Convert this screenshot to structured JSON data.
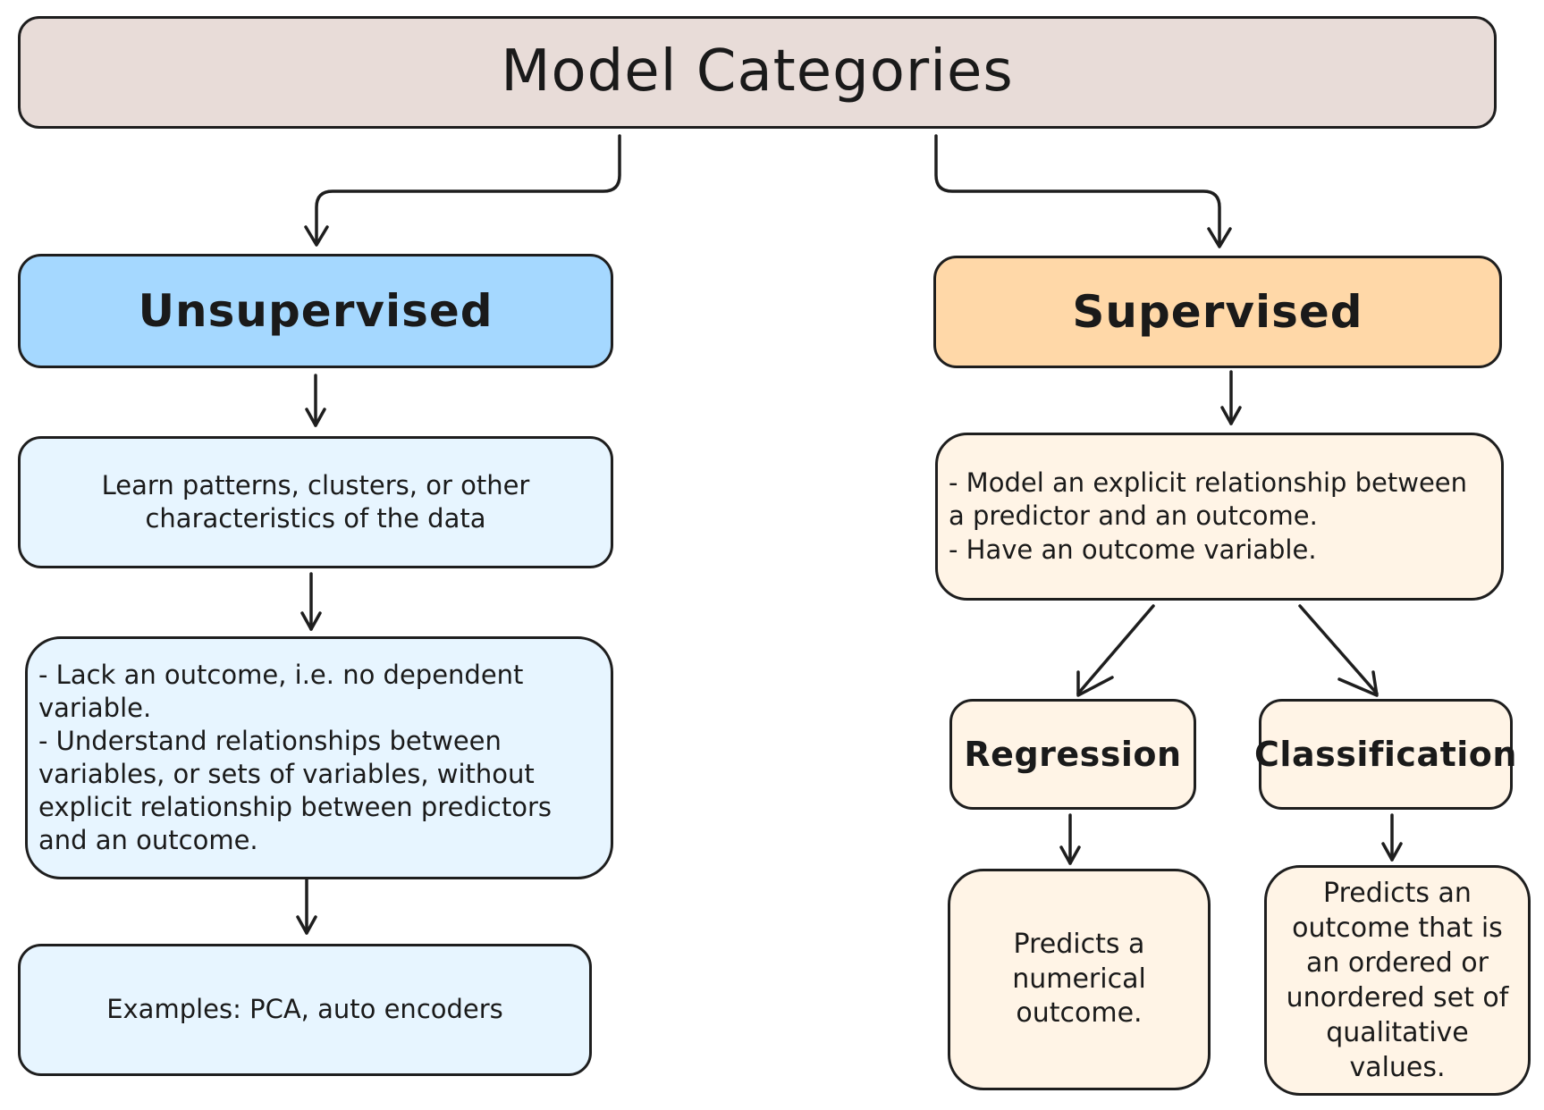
{
  "diagram": {
    "title": "Model Categories",
    "colors": {
      "stroke": "#1e1e1e",
      "root_fill": "#e8dcd8",
      "unsupervised_fill": "#a5d8ff",
      "unsupervised_light_fill": "#e7f5ff",
      "supervised_fill": "#ffd8a8",
      "supervised_light_fill": "#fff4e6"
    },
    "unsupervised": {
      "label": "Unsupervised",
      "description": "Learn patterns, clusters, or other\ncharacteristics of the data",
      "details": "- Lack an outcome, i.e. no dependent\nvariable.\n- Understand relationships between\nvariables, or sets of variables, without\nexplicit relationship between predictors\nand an outcome.",
      "examples": "Examples: PCA, auto encoders"
    },
    "supervised": {
      "label": "Supervised",
      "description": "- Model an explicit relationship between\na predictor and an outcome.\n- Have an outcome variable.",
      "regression": {
        "label": "Regression",
        "description": "Predicts a\nnumerical\noutcome."
      },
      "classification": {
        "label": "Classification",
        "description": "Predicts an\noutcome that is\nan ordered or\nunordered set of\nqualitative\nvalues."
      }
    }
  }
}
